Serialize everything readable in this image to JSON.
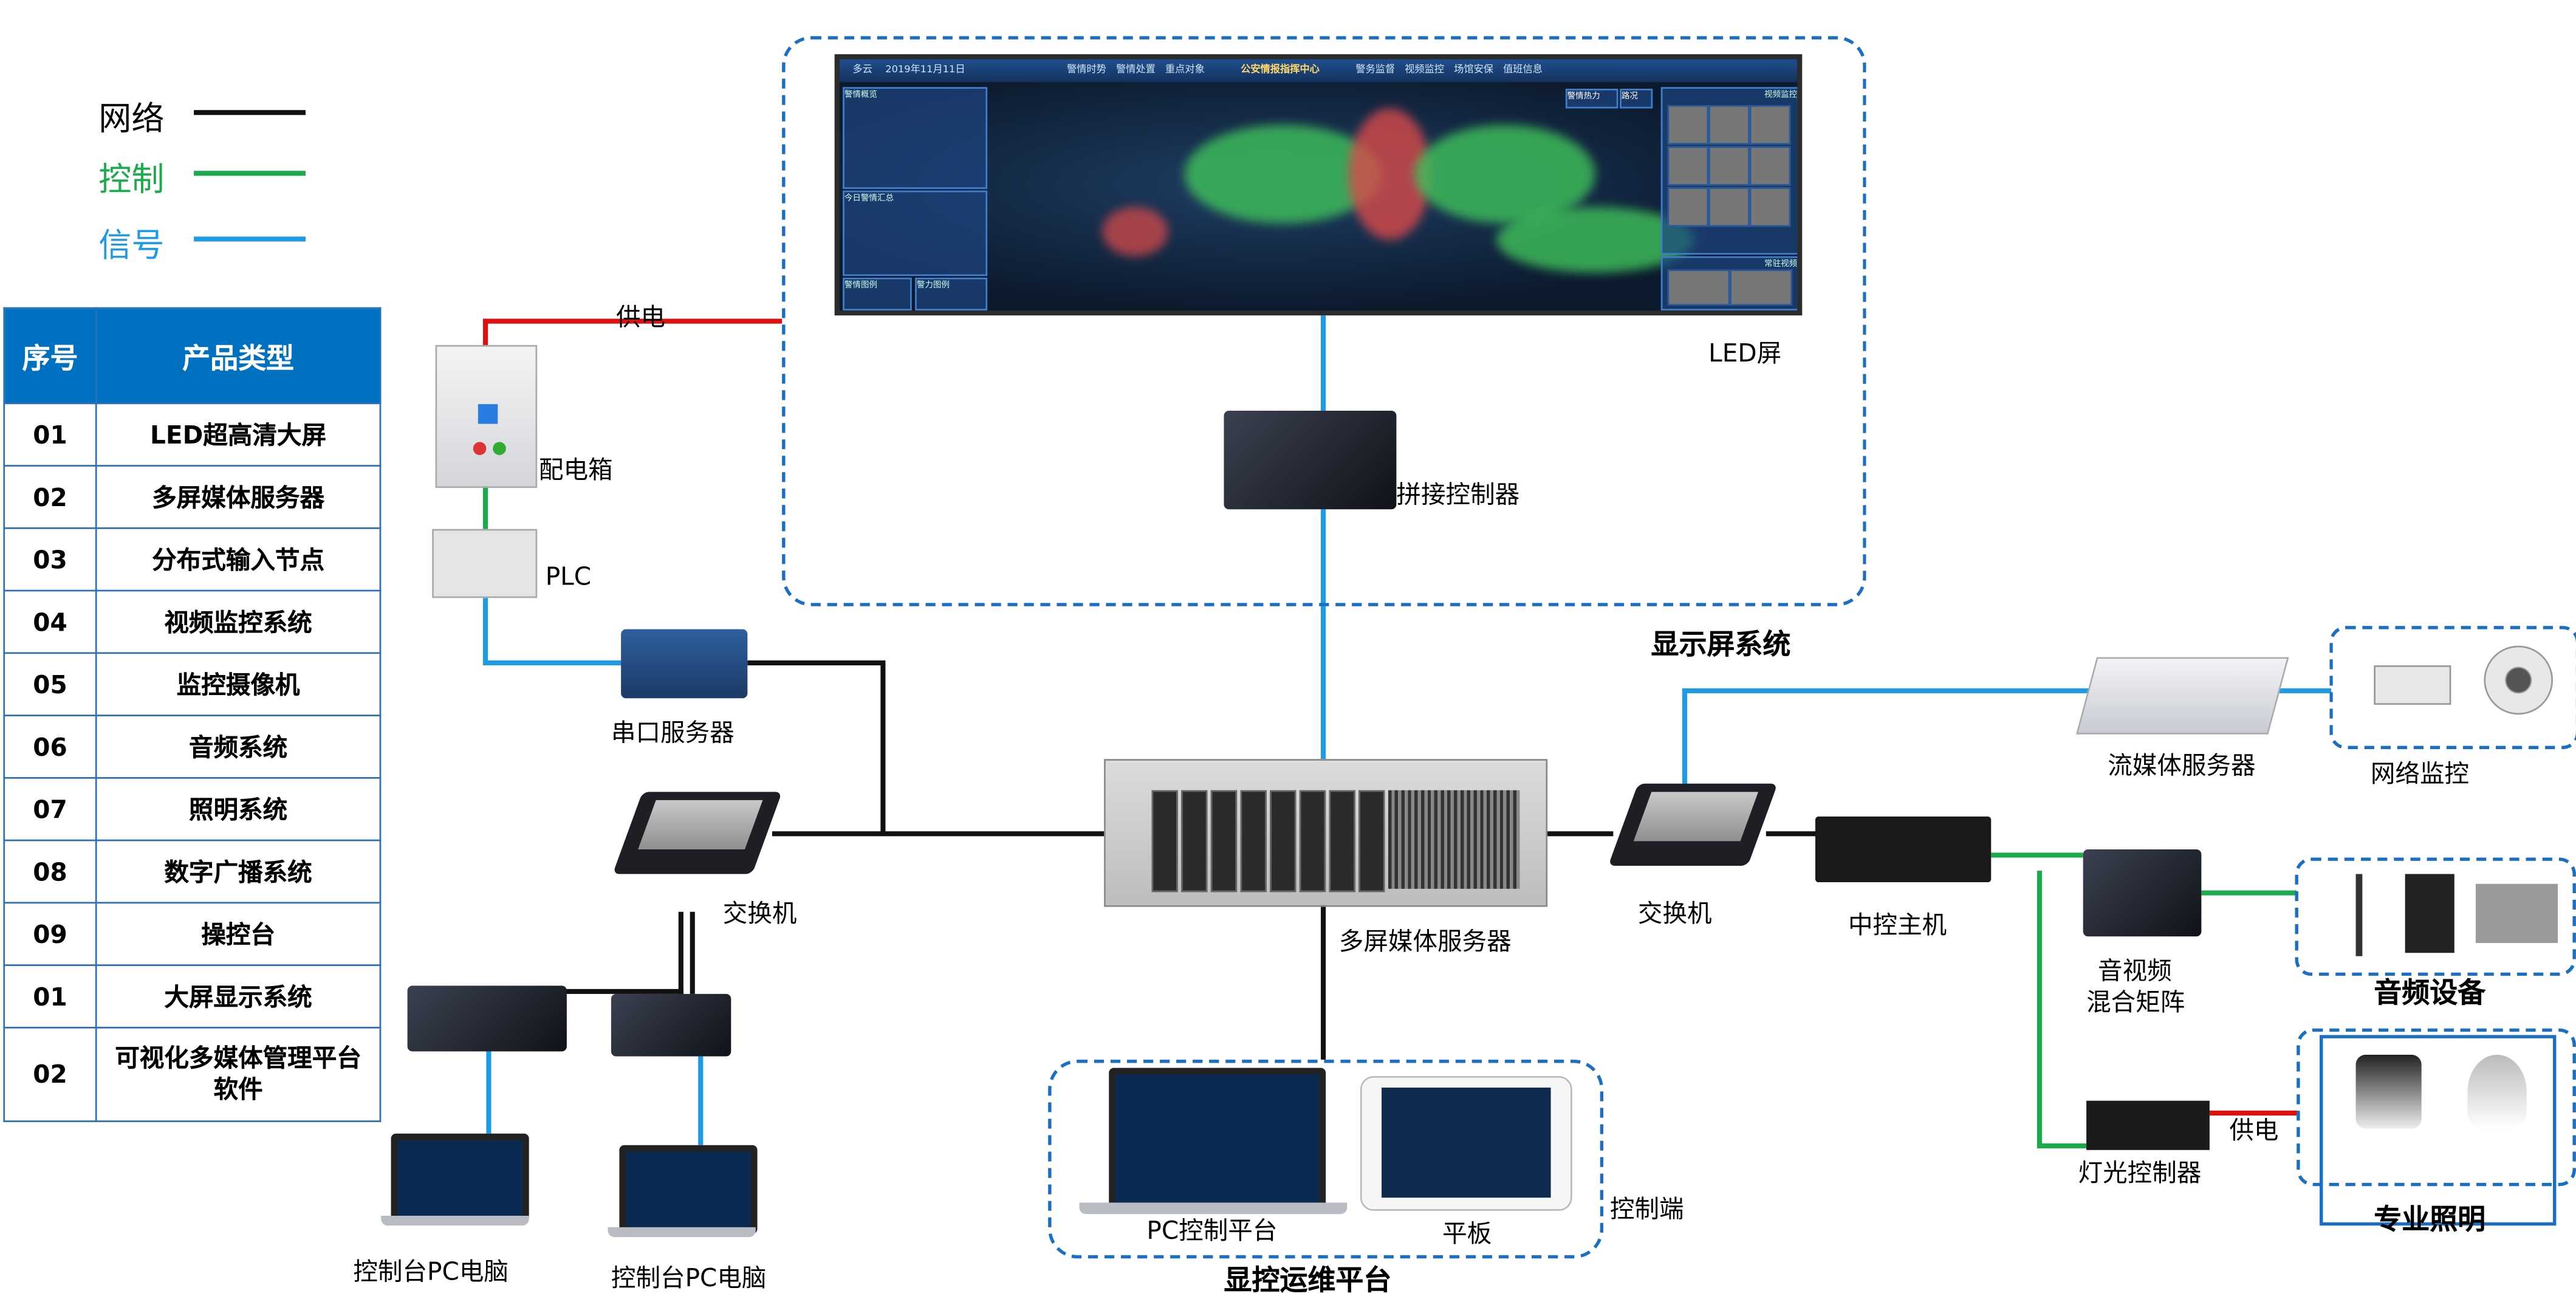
{
  "legend": [
    {
      "label": "网络",
      "color": "#111111"
    },
    {
      "label": "控制",
      "color": "#1aab4a"
    },
    {
      "label": "信号",
      "color": "#1e9be6"
    }
  ],
  "table": {
    "headers": [
      "序号",
      "产品类型"
    ],
    "rows": [
      [
        "01",
        "LED超高清大屏"
      ],
      [
        "02",
        "多屏媒体服务器"
      ],
      [
        "03",
        "分布式输入节点"
      ],
      [
        "04",
        "视频监控系统"
      ],
      [
        "05",
        "监控摄像机"
      ],
      [
        "06",
        "音频系统"
      ],
      [
        "07",
        "照明系统"
      ],
      [
        "08",
        "数字广播系统"
      ],
      [
        "09",
        "操控台"
      ],
      [
        "01",
        "大屏显示系统"
      ],
      [
        "02",
        "可视化多媒体管理平台软件"
      ]
    ],
    "header_color": "#0070c0"
  },
  "led_screen": {
    "weather": "多云",
    "date": "2019年11月11日",
    "title": "公安情报指挥中心",
    "tabs_left": [
      "警情时势",
      "警情处置",
      "重点对象"
    ],
    "tabs_right": [
      "警务监督",
      "视频监控",
      "场馆安保",
      "值班信息"
    ],
    "panels": [
      "警情概览",
      "今日警情汇总",
      "警情图例",
      "警力图例",
      "视频监控",
      "常驻视频"
    ],
    "map_buttons": [
      "警情热力",
      "路况"
    ]
  },
  "labels": {
    "power1": "供电",
    "distribution_box": "配电箱",
    "plc": "PLC",
    "serial_server": "串口服务器",
    "switch_left": "交换机",
    "pc1": "控制台PC电脑",
    "pc2": "控制台PC电脑",
    "led": "LED屏",
    "splicer": "拼接控制器",
    "display_system": "显示屏系统",
    "media_server": "多屏媒体服务器",
    "pc_platform": "PC控制平台",
    "tablet": "平板",
    "control_end": "控制端",
    "ops_platform": "显控运维平台",
    "switch_right": "交换机",
    "central_host": "中控主机",
    "stream_server": "流媒体服务器",
    "net_monitor": "网络监控",
    "av_matrix_1": "音视频",
    "av_matrix_2": "混合矩阵",
    "audio_devices": "音频设备",
    "light_controller": "灯光控制器",
    "power2": "供电",
    "pro_lighting": "专业照明"
  }
}
